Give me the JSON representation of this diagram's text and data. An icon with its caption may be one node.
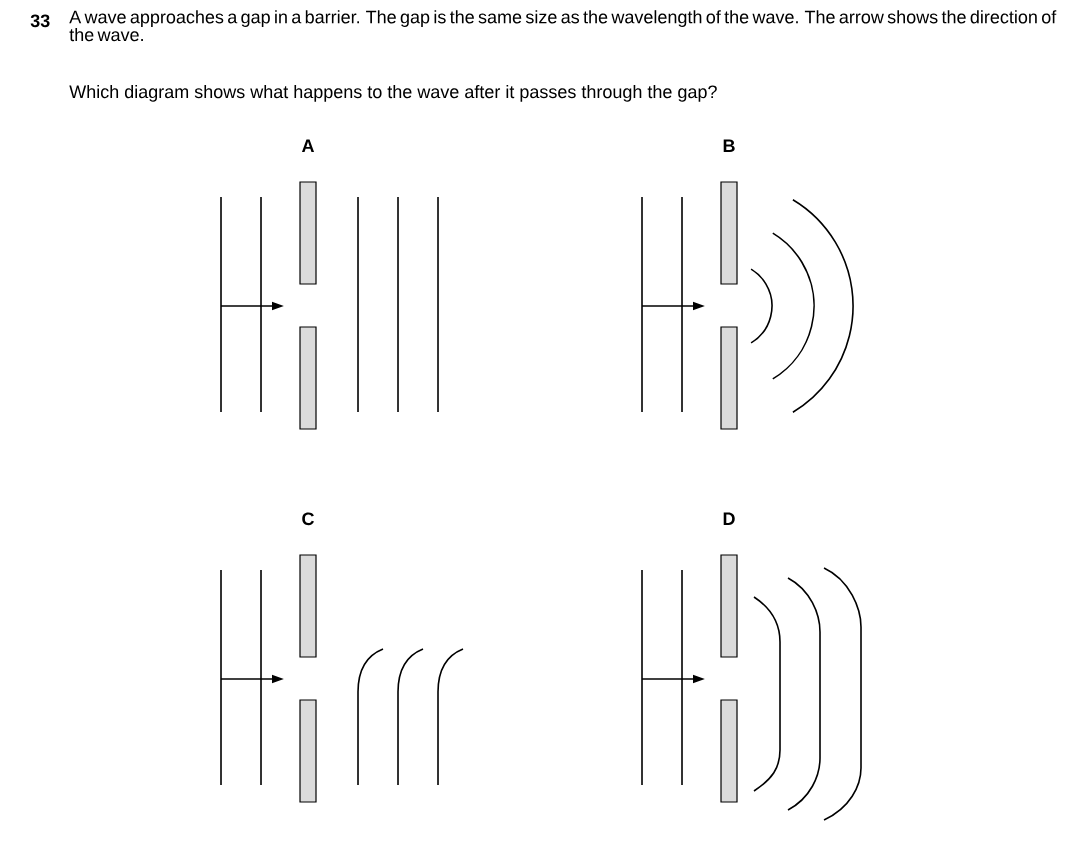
{
  "diagram": {
    "labels": [
      "33",
      "A wave approaches a gap in a barrier. The gap is the same size as the wavelength of the wave. The arrow shows the direction of the wave.",
      "Which diagram shows what happens to the wave after it passes through the gap?",
      "A",
      "B",
      "C",
      "D"
    ]
  }
}
